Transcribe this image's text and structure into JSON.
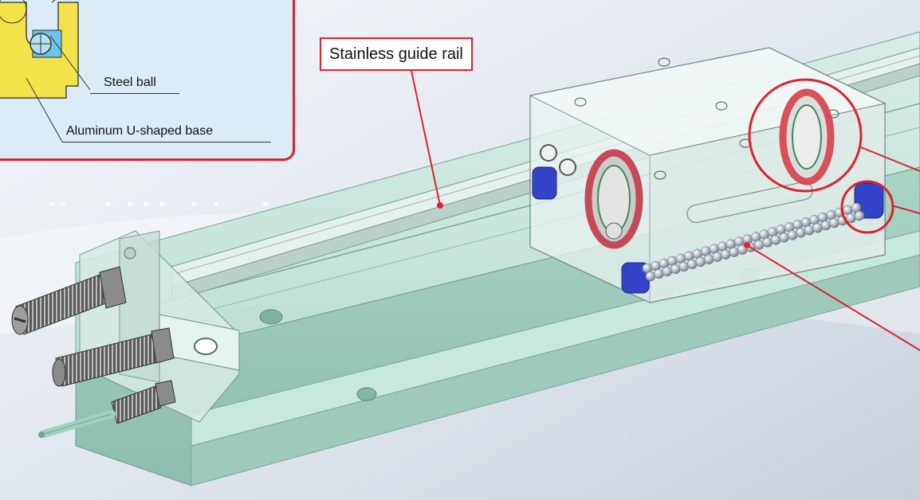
{
  "labels": {
    "guide_rail": "Stainless guide rail",
    "steel_ball": "Steel ball",
    "base": "Aluminum U-shaped base"
  },
  "colors": {
    "callout_red": "#d92432",
    "inset_bg": "#dcecf6",
    "rail_green": "#bfe3d6",
    "end_cap_blue": "#3344c8",
    "seal_red": "#d8404a"
  }
}
